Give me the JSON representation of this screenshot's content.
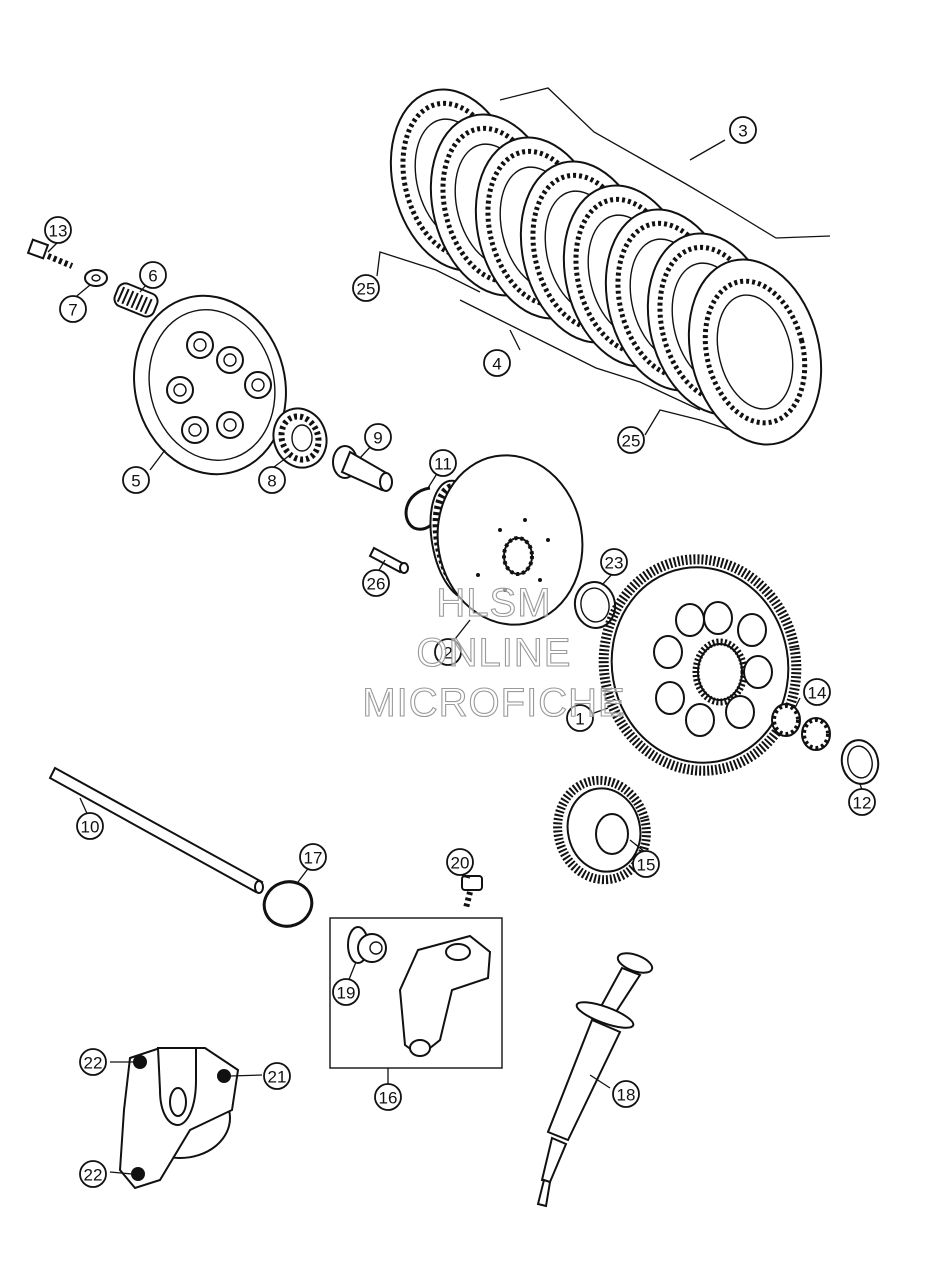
{
  "watermark": {
    "line1": "HLSM",
    "line2": "ONLINE",
    "line3": "MICROFICHE",
    "stroke_color": "#9a9a9a"
  },
  "callouts": {
    "c1": "1",
    "c2": "2",
    "c3": "3",
    "c4": "4",
    "c5": "5",
    "c6": "6",
    "c7": "7",
    "c8": "8",
    "c9": "9",
    "c10": "10",
    "c11": "11",
    "c12": "12",
    "c13": "13",
    "c14": "14",
    "c15": "15",
    "c16": "16",
    "c17": "17",
    "c18": "18",
    "c19": "19",
    "c20": "20",
    "c21": "21",
    "c22a": "22",
    "c22b": "22",
    "c23": "23",
    "c25a": "25",
    "c25b": "25",
    "c26": "26"
  },
  "colors": {
    "ink": "#111111",
    "background": "#ffffff"
  }
}
